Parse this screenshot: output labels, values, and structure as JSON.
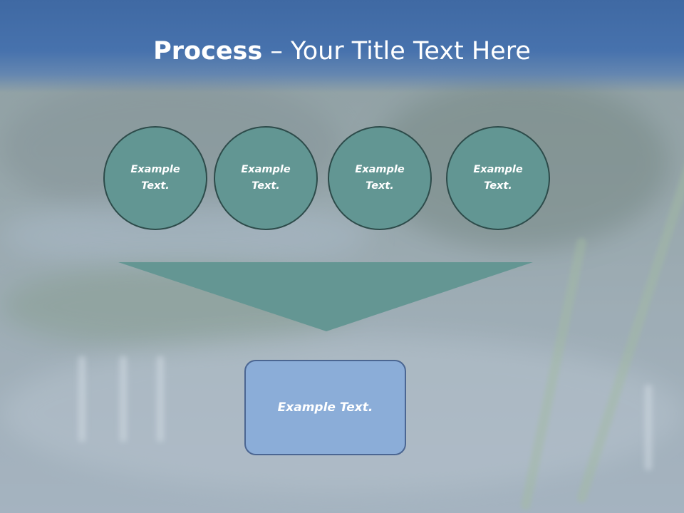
{
  "slide": {
    "title_bold": "Process",
    "title_rest": " – Your Title Text Here",
    "circles": [
      {
        "text": "Example\nText."
      },
      {
        "text": "Example\nText."
      },
      {
        "text": "Example\nText."
      },
      {
        "text": "Example\nText."
      }
    ],
    "result_text": "Example Text."
  },
  "colors": {
    "title_band": "#4772ad",
    "circle_fill": "#629693",
    "circle_border": "#2d4b4a",
    "funnel_fill": "#649693",
    "result_fill": "#8badd8",
    "result_border": "#4b6692",
    "text": "#ffffff"
  }
}
